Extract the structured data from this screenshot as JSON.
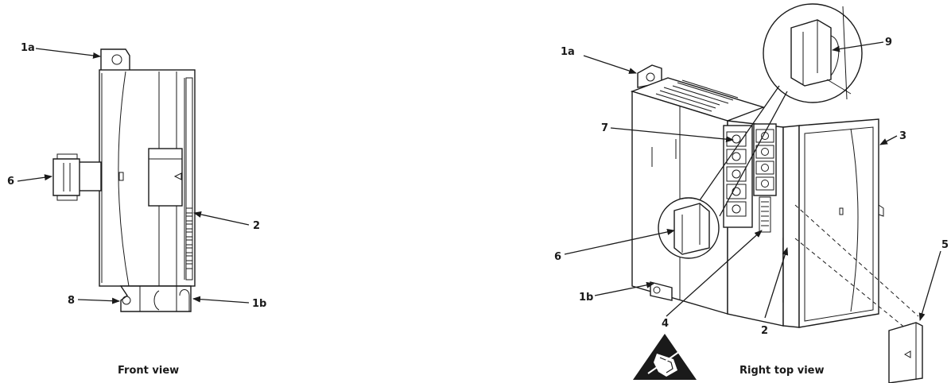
{
  "front_view": {
    "caption": "Front view",
    "callouts": {
      "mount_top": "1a",
      "bus_connector": "6",
      "io_connector": "2",
      "din_latch": "8",
      "mount_bottom": "1b"
    }
  },
  "right_top_view": {
    "caption": "Right top view",
    "callouts": {
      "mount_top": "1a",
      "wire_terminal": "7",
      "connector_detail": "9",
      "door": "3",
      "bus_connector": "6",
      "cover": "5",
      "mount_bottom": "1b",
      "io_connector": "2",
      "terminal_block": "4"
    }
  },
  "symbols": {
    "esd_warning": "esd-warning-icon"
  }
}
